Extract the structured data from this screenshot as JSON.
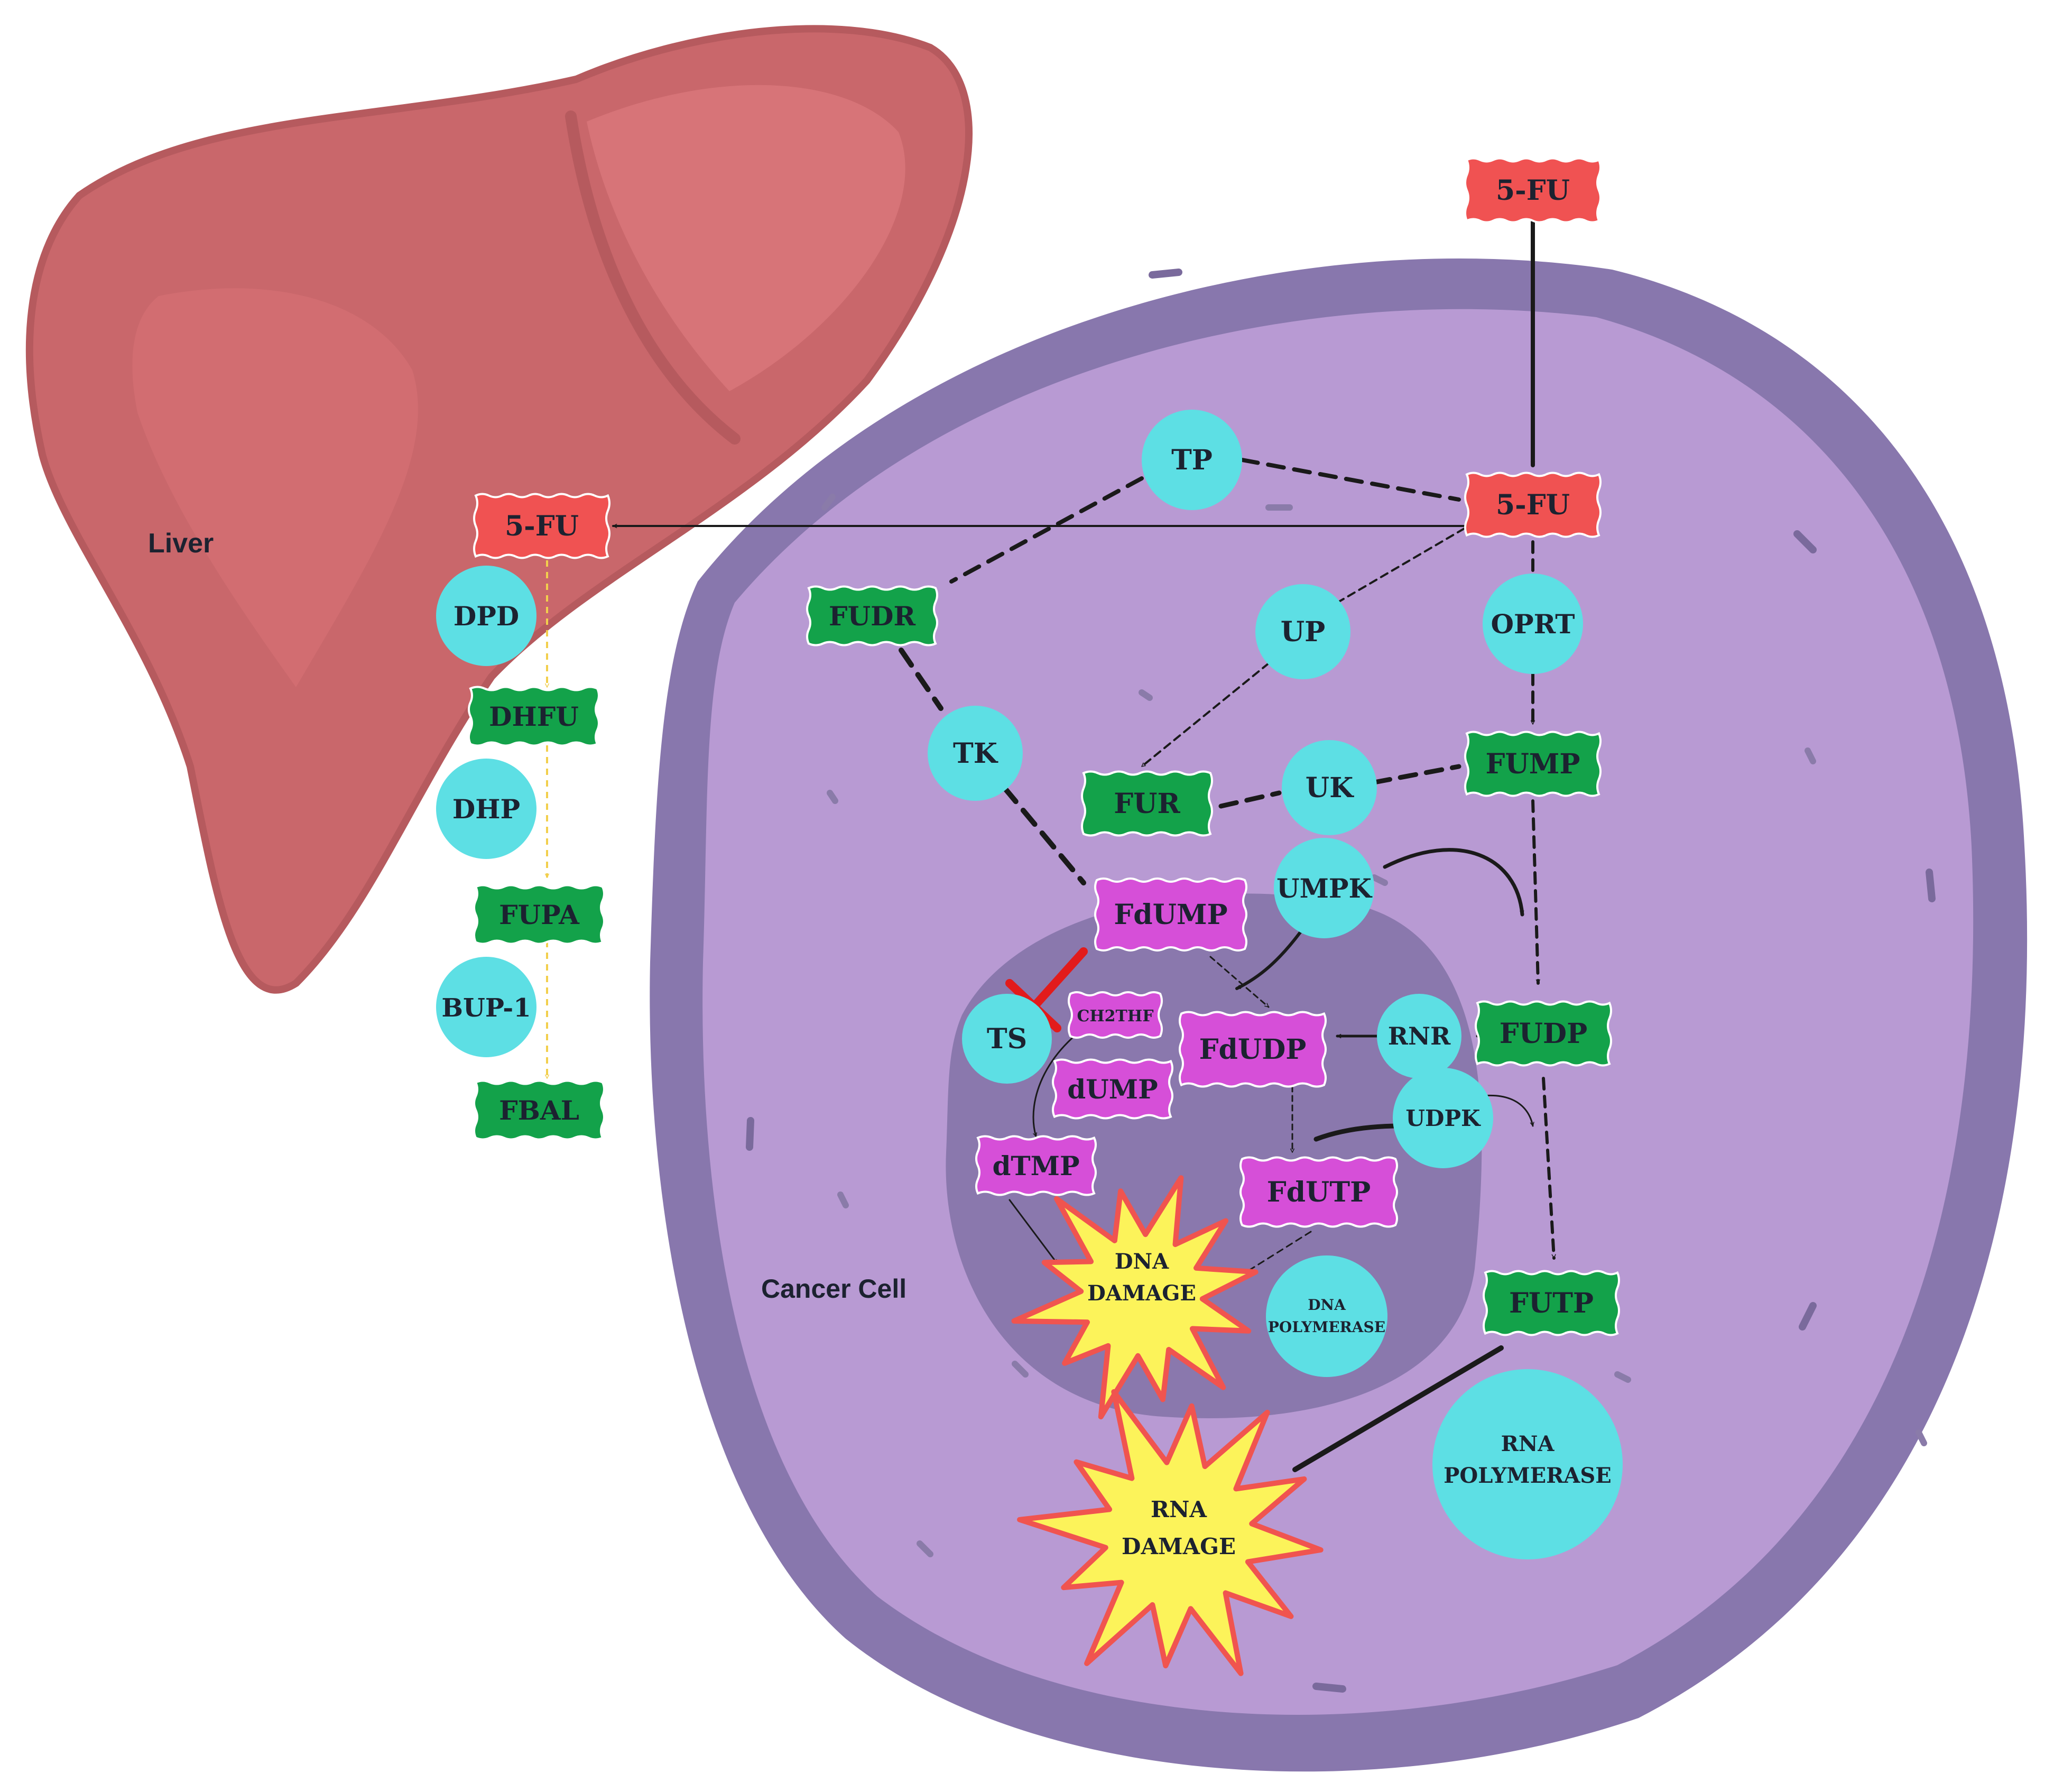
{
  "colors": {
    "liver": "#c9676b",
    "liver_highlight": "#dd7b7e",
    "cell_membrane": "#8877ad",
    "cytoplasm": "#b89ad3",
    "nucleus": "#8a78ad",
    "enzyme": "#5ddfe4",
    "green_box": "#13a24a",
    "red_box": "#f05252",
    "magenta_box": "#d64fd8",
    "starburst": "#fcf35a",
    "starburst_edge": "#f0544f",
    "inhibit": "#e21b1b",
    "liver_flow": "#f2cf4c"
  },
  "regions": {
    "liver_label": "Liver",
    "cell_label": "Cancer Cell"
  },
  "liver_pathway": {
    "drug": "5-FU",
    "dpd": "DPD",
    "dhfu": "DHFU",
    "dhp": "DHP",
    "fupa": "FUPA",
    "bup1": "BUP-1",
    "fbal": "FBAL"
  },
  "cell_pathway": {
    "fu_outside": "5-FU",
    "fu_inside": "5-FU",
    "tp": "TP",
    "up": "UP",
    "oprt": "OPRT",
    "fudr": "FUDR",
    "tk": "TK",
    "fur": "FUR",
    "uk": "UK",
    "fump": "FUMP",
    "umpk": "UMPK",
    "fdump": "FdUMP",
    "ts": "TS",
    "ch2thf": "CH2THF",
    "fdudp": "FdUDP",
    "rnr": "RNR",
    "fudp": "FUDP",
    "dump": "dUMP",
    "udpk": "UDPK",
    "dtmp": "dTMP",
    "fdutp": "FdUTP",
    "futp": "FUTP",
    "dna_damage_1": "DNA",
    "dna_damage_2": "DAMAGE",
    "dna_pol_1": "DNA",
    "dna_pol_2": "POLYMERASE",
    "rna_pol_1": "RNA",
    "rna_pol_2": "POLYMERASE",
    "rna_damage_1": "RNA",
    "rna_damage_2": "DAMAGE"
  }
}
